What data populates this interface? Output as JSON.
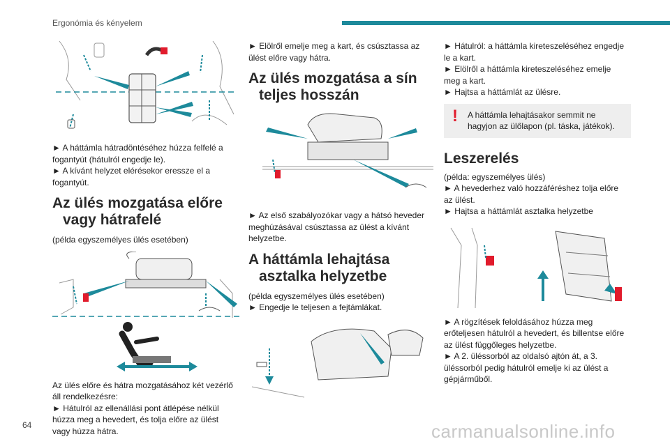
{
  "header": {
    "section": "Ergonómia és kényelem"
  },
  "footer": {
    "page_number": "64",
    "watermark": "carmanualsonline.info"
  },
  "colors": {
    "accent": "#1d8a9b",
    "warning": "#e11b2c",
    "arrow": "#1d8a9b",
    "lever": "#e11b2c"
  },
  "col1": {
    "p1": [
      "► A háttámla hátradöntéséhez húzza felfelé a",
      "fogantyút (hátulról engedje le).",
      "► A kívánt helyzet elérésekor eressze el a",
      "fogantyút."
    ],
    "h_move": [
      "Az ülés mozgatása előre",
      "vagy hátrafelé"
    ],
    "p2": "(példa egyszemélyes ülés esetében)",
    "p3": [
      "Az ülés előre és hátra mozgatásához két vezérlő",
      "áll rendelkezésre:",
      "► Hátulról az ellenállási pont átlépése nélkül",
      "húzza meg a hevedert, és tolja előre az ülést",
      "vagy húzza hátra."
    ]
  },
  "col2": {
    "p1": [
      "► Elölről emelje meg a kart, és csúsztassa az",
      "ülést előre vagy hátra."
    ],
    "h_rail": [
      "Az ülés mozgatása a sín",
      "teljes hosszán"
    ],
    "p2": [
      "► Az első szabályozókar vagy a hátsó heveder",
      "meghúzásával csúsztassa az ülést a kívánt",
      "helyzetbe."
    ],
    "h_fold": [
      "A háttámla lehajtása",
      "asztalka helyzetbe"
    ],
    "p3": [
      "(példa egyszemélyes ülés esetében)",
      "► Engedje le teljesen a fejtámlákat."
    ]
  },
  "col3": {
    "p1": [
      "► Hátulról: a háttámla kireteszeléséhez engedje",
      "le a kart.",
      "► Elölről a háttámla kireteszeléséhez emelje",
      "meg a kart.",
      "► Hajtsa a háttámlát az ülésre."
    ],
    "warning": [
      "A háttámla lehajtásakor semmit ne",
      "hagyjon az ülőlapon (pl. táska, játékok)."
    ],
    "h_remove": "Leszerelés",
    "p2": [
      "(példa: egyszemélyes ülés)",
      "► A hevederhez való hozzáféréshez tolja előre",
      "az ülést.",
      "► Hajtsa a háttámlát asztalka helyzetbe"
    ],
    "p3": [
      "► A rögzítések feloldásához húzza meg",
      "erőteljesen hátulról a hevedert, és billentse előre",
      "az ülést függőleges helyzetbe.",
      "► A 2. üléssorból az oldalsó ajtón át, a 3.",
      "üléssorból pedig hátulról emelje ki az ülést a",
      "gépjárműből."
    ]
  }
}
